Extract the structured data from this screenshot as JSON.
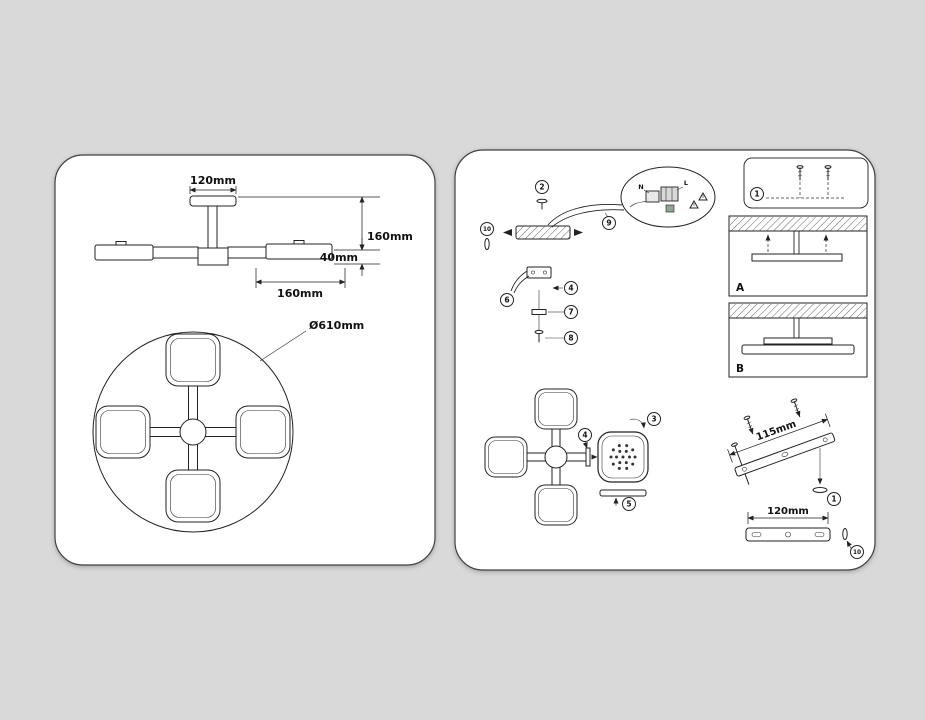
{
  "background_color": "#d9d9d9",
  "left_panel": {
    "dims": {
      "canopy_width": "120mm",
      "drop_height": "160mm",
      "bar_height": "40mm",
      "arm_length": "160mm",
      "diameter": "Ø610mm"
    }
  },
  "right_panel": {
    "steps": {
      "1": "1",
      "2": "2",
      "3": "3",
      "4": "4",
      "5": "5",
      "6": "6",
      "7": "7",
      "8": "8",
      "9": "9",
      "10": "10"
    },
    "sections": {
      "a": "A",
      "b": "B"
    },
    "wiring": {
      "neutral": "N",
      "live": "L"
    },
    "dims": {
      "mount_plate_length": "115mm",
      "bracket_length": "120mm"
    }
  }
}
